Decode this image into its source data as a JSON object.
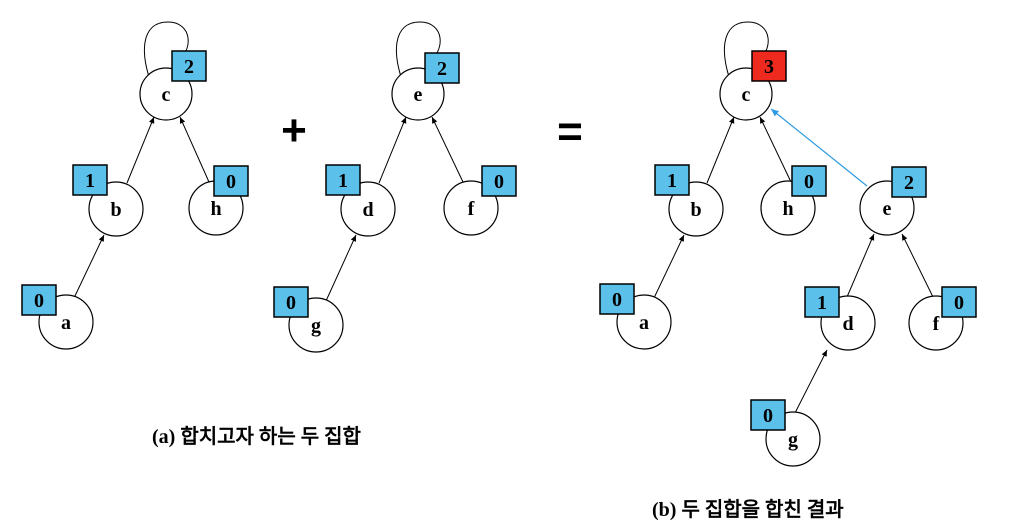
{
  "colors": {
    "rank_box": "#5bc0ea",
    "rank_box_changed": "#ee2a1e",
    "new_edge": "#2f9be0"
  },
  "operators": {
    "plus": "+",
    "equals": "="
  },
  "captions": {
    "a": "(a) 합치고자 하는 두 집합",
    "b": "(b) 두 집합을 합친 결과"
  },
  "set_a1": {
    "nodes": {
      "c": "c",
      "b": "b",
      "h": "h",
      "a": "a"
    },
    "ranks": {
      "c": "2",
      "b": "1",
      "h": "0",
      "a": "0"
    }
  },
  "set_a2": {
    "nodes": {
      "e": "e",
      "d": "d",
      "f": "f",
      "g": "g"
    },
    "ranks": {
      "e": "2",
      "d": "1",
      "f": "0",
      "g": "0"
    }
  },
  "result": {
    "nodes": {
      "c": "c",
      "b": "b",
      "h": "h",
      "a": "a",
      "e": "e",
      "d": "d",
      "f": "f",
      "g": "g"
    },
    "ranks": {
      "c": "3",
      "b": "1",
      "h": "0",
      "a": "0",
      "e": "2",
      "d": "1",
      "f": "0",
      "g": "0"
    }
  }
}
